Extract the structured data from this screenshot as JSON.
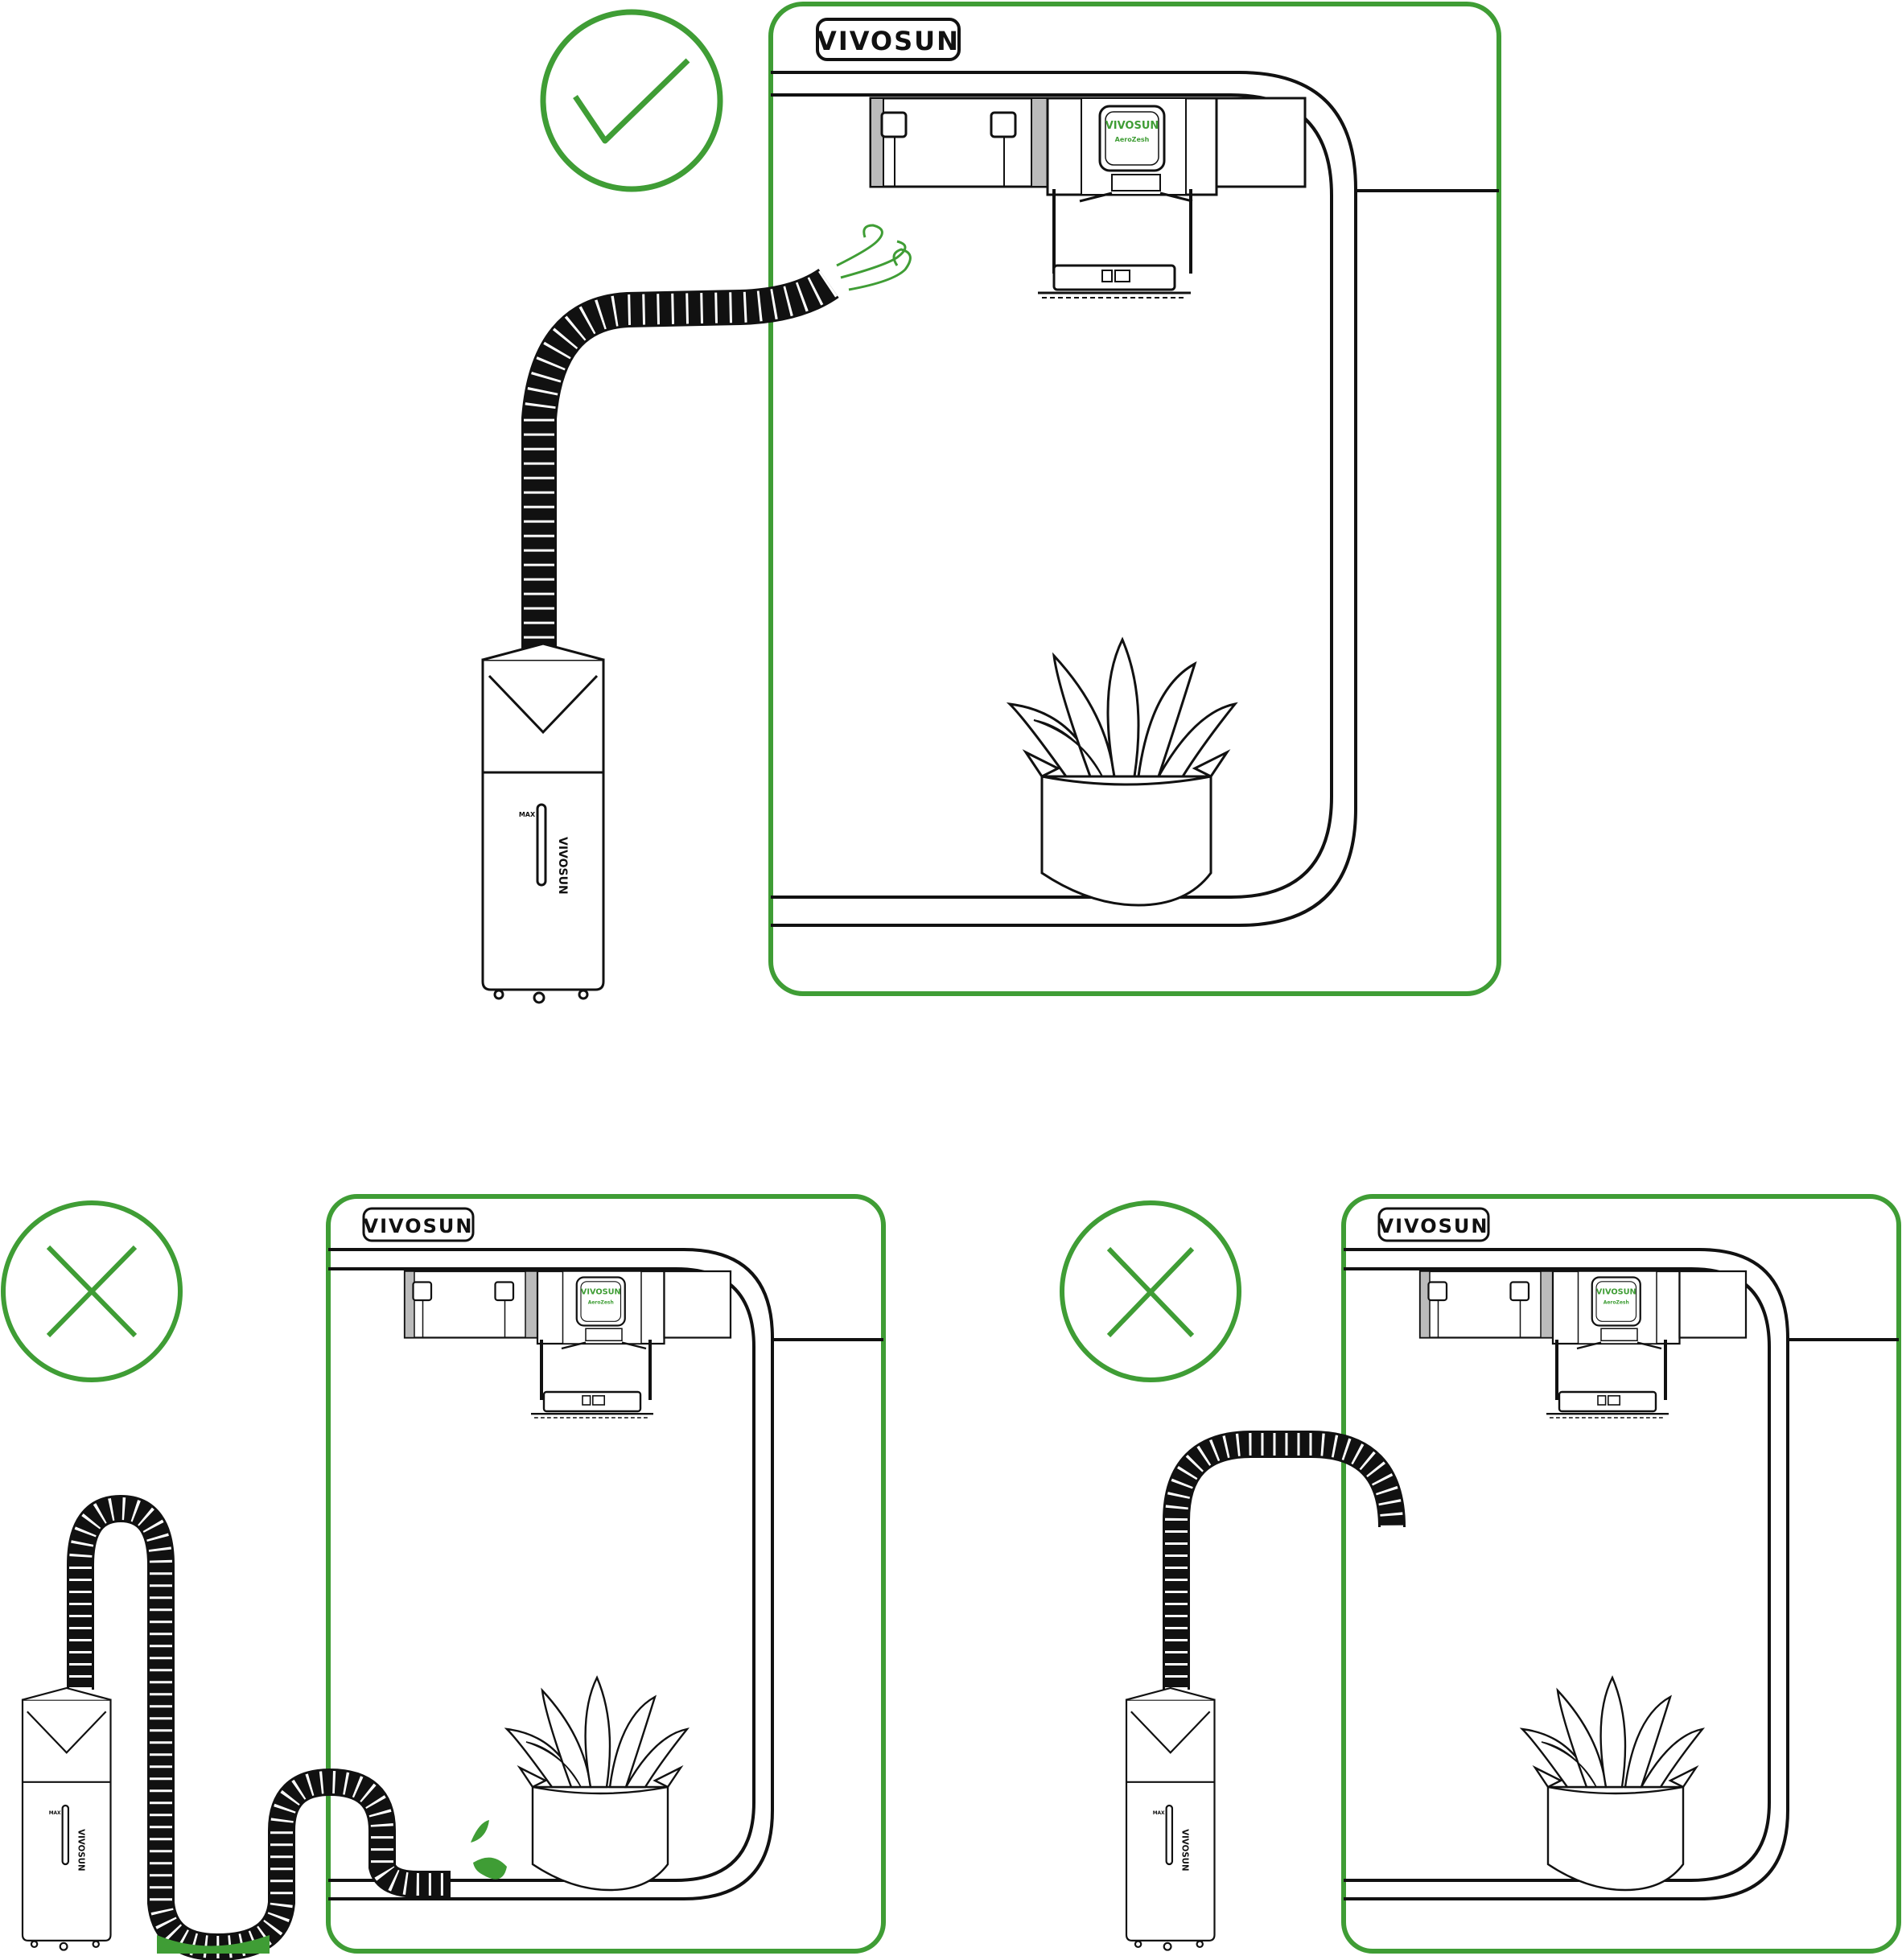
{
  "brand": {
    "name": "VIVOSUN"
  },
  "colors": {
    "accent": "#3f9d35",
    "ink": "#111111",
    "panel_stroke": "#3f9d35",
    "drop": "#3f9d35"
  },
  "fan_label": {
    "brand": "VIVOSUN",
    "model": "AeroZesh"
  },
  "humidifier": {
    "brand": "VIVOSUN",
    "level_label": "MAX"
  },
  "icons": {
    "correct": "checkmark-icon",
    "wrong_left": "cross-icon",
    "wrong_right": "cross-icon"
  },
  "panels": [
    {
      "id": "correct",
      "verdict": "correct",
      "brand": "VIVOSUN"
    },
    {
      "id": "wrong-floor",
      "verdict": "wrong",
      "brand": "VIVOSUN"
    },
    {
      "id": "wrong-high",
      "verdict": "wrong",
      "brand": "VIVOSUN"
    }
  ]
}
